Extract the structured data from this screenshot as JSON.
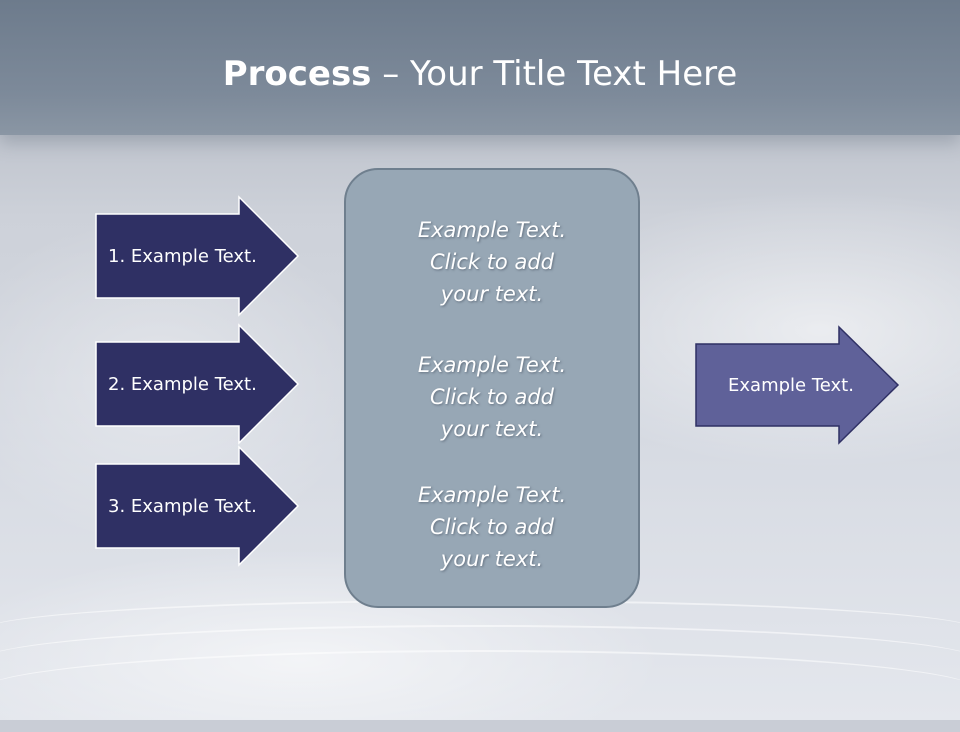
{
  "slide": {
    "title_bold": "Process",
    "title_rest": " – Your Title Text Here"
  },
  "left_arrows": [
    {
      "label": "1. Example Text."
    },
    {
      "label": "2. Example Text."
    },
    {
      "label": "3. Example Text."
    }
  ],
  "center_box": {
    "blocks": [
      {
        "line1": "Example Text.",
        "line2": "Click  to add",
        "line3": "your text."
      },
      {
        "line1": "Example Text.",
        "line2": "Click  to add",
        "line3": "your text."
      },
      {
        "line1": "Example Text.",
        "line2": "Click  to add",
        "line3": "your text."
      }
    ]
  },
  "right_arrow": {
    "label": "Example Text."
  },
  "colors": {
    "dark_arrow_fill": "#2f3064",
    "light_arrow_fill": "#5f6199",
    "center_box_fill": "#97a7b5",
    "header_fill": "#7d8a9a"
  }
}
